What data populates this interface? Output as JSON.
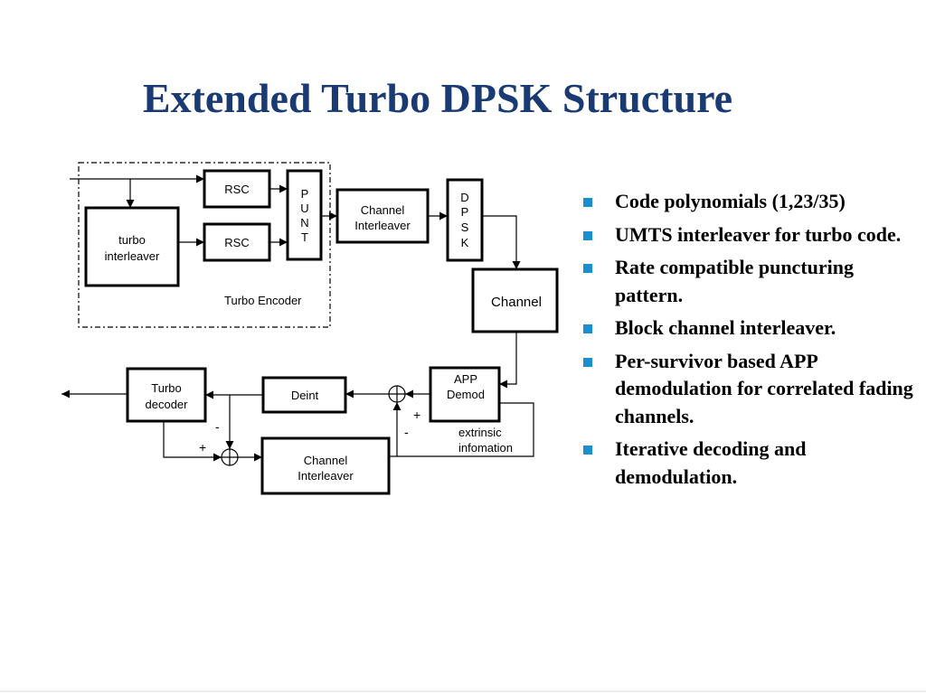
{
  "slide": {
    "title": "Extended Turbo DPSK Structure",
    "accent_color": "#1a3a73",
    "bullet_color": "#1a8fd0"
  },
  "diagram": {
    "blocks": {
      "rsc_top": "RSC",
      "rsc_bottom": "RSC",
      "turbo_interleaver": [
        "turbo",
        "interleaver"
      ],
      "punt": [
        "P",
        "U",
        "N",
        "T"
      ],
      "channel_interleaver_top": [
        "Channel",
        "Interleaver"
      ],
      "dpsk": [
        "D",
        "P",
        "S",
        "K"
      ],
      "channel": "Channel",
      "app_demod": [
        "APP",
        "Demod"
      ],
      "deint": "Deint",
      "turbo_decoder": [
        "Turbo",
        "decoder"
      ],
      "channel_interleaver_bottom": [
        "Channel",
        "Interleaver"
      ]
    },
    "labels": {
      "turbo_encoder": "Turbo Encoder",
      "extrinsic": [
        "extrinsic",
        "infomation"
      ],
      "sum_top_plus": "+",
      "sum_top_minus": "-",
      "sum_bottom_minus": "-",
      "sum_bottom_plus": "+"
    }
  },
  "bullets": [
    "Code polynomials (1,23/35)",
    "UMTS interleaver for turbo code.",
    "Rate compatible puncturing pattern.",
    "Block channel interleaver.",
    "Per-survivor based APP demodulation for correlated fading channels.",
    "Iterative decoding and demodulation."
  ]
}
